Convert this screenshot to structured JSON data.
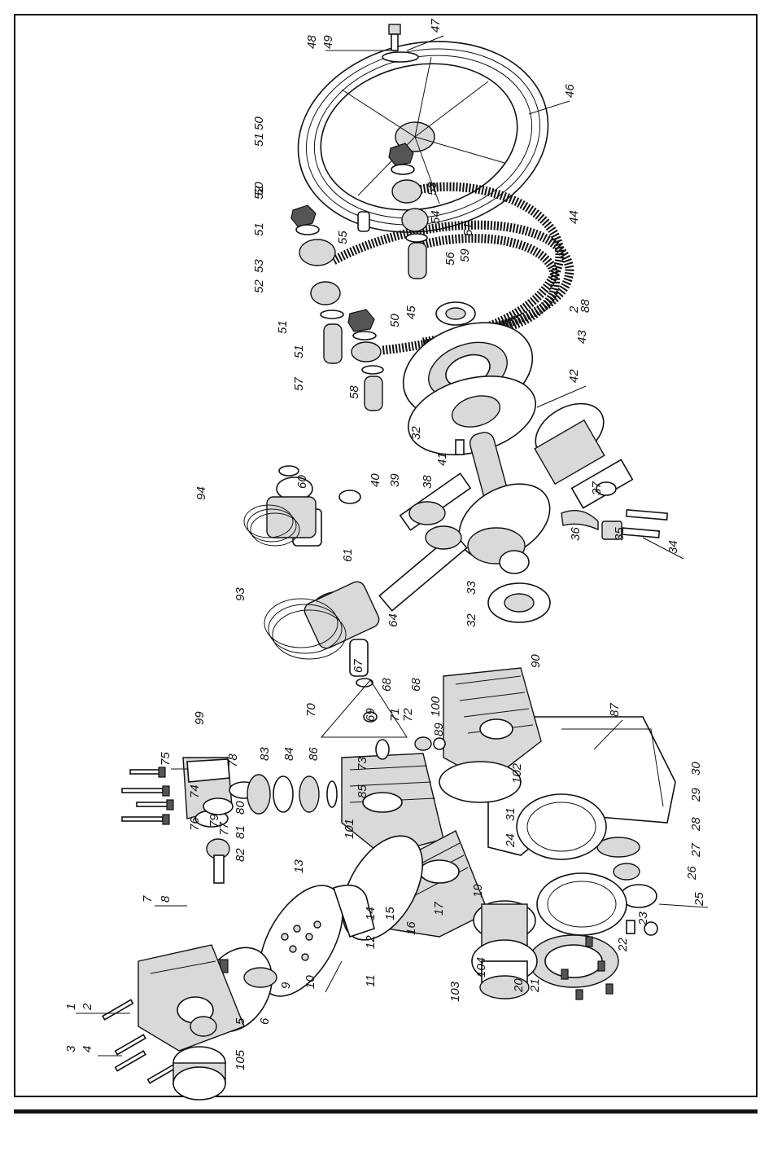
{
  "diagram": {
    "labels": [
      "1",
      "2",
      "3",
      "4",
      "5",
      "6",
      "7",
      "8",
      "9",
      "10",
      "11",
      "12",
      "13",
      "14",
      "15",
      "16",
      "17",
      "19",
      "20",
      "21",
      "22",
      "23",
      "24",
      "25",
      "26",
      "27",
      "28",
      "29",
      "30",
      "31",
      "32",
      "32",
      "33",
      "34",
      "35",
      "36",
      "37",
      "38",
      "39",
      "40",
      "41",
      "42",
      "43",
      "44",
      "45",
      "46",
      "47",
      "48",
      "49",
      "50",
      "50",
      "50",
      "51",
      "51",
      "51",
      "51",
      "51",
      "52",
      "52",
      "53",
      "53",
      "54",
      "55",
      "56",
      "57",
      "58",
      "59",
      "60",
      "61",
      "64",
      "67",
      "68",
      "68",
      "69",
      "70",
      "71",
      "72",
      "73",
      "74",
      "75",
      "76",
      "77",
      "78",
      "79",
      "80",
      "81",
      "82",
      "83",
      "84",
      "85",
      "86",
      "87",
      "88",
      "89",
      "90",
      "93",
      "94",
      "99",
      "100",
      "101",
      "102",
      "103",
      "104",
      "105",
      "2"
    ]
  }
}
